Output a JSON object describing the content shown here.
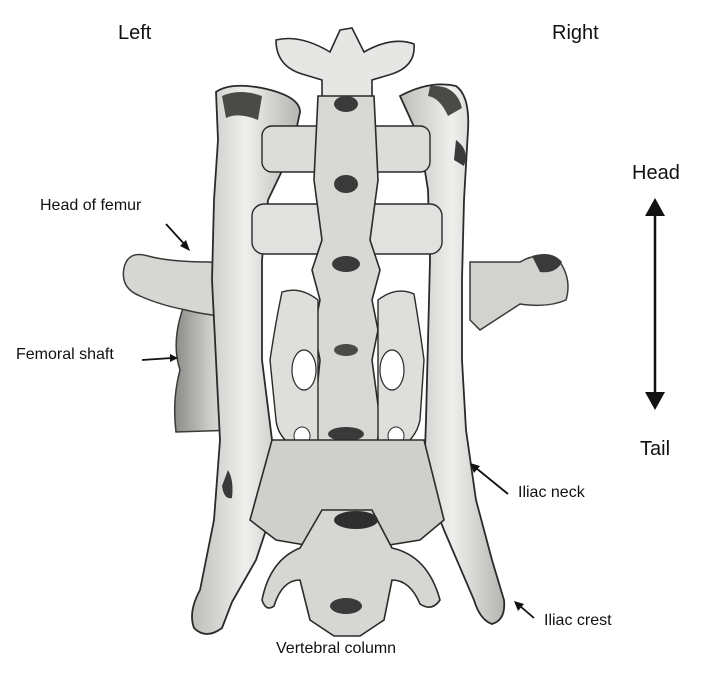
{
  "labels": {
    "left": "Left",
    "right": "Right",
    "head": "Head",
    "tail": "Tail",
    "head_of_femur": "Head of femur",
    "femoral_shaft": "Femoral shaft",
    "iliac_neck": "Iliac neck",
    "iliac_crest": "Iliac crest",
    "vertebral_column": "Vertebral column"
  },
  "colors": {
    "bone_light": "#e8e8e6",
    "bone_mid": "#c9c9c6",
    "bone_shadow": "#6e6e6b",
    "bone_dark": "#2a2a2a",
    "ink": "#111111"
  }
}
